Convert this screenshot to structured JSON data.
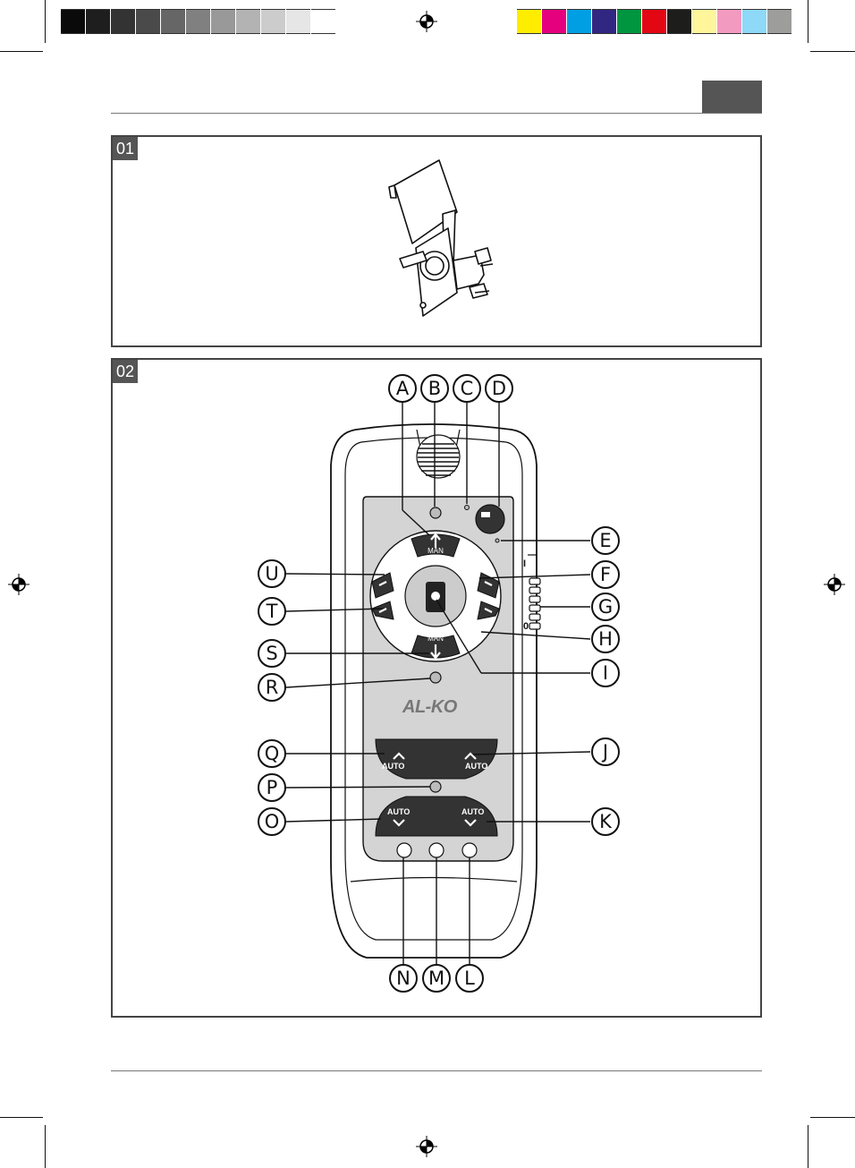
{
  "colors": {
    "grays": [
      "#0a0a0a",
      "#1e1e1e",
      "#333333",
      "#4a4a4a",
      "#666666",
      "#808080",
      "#999999",
      "#b3b3b3",
      "#cccccc",
      "#e6e6e6",
      "#ffffff"
    ],
    "process": [
      "#ffed00",
      "#e5007d",
      "#009fe3",
      "#312783",
      "#009640",
      "#e30613",
      "#1d1d1b",
      "#fff59b",
      "#f39ac1",
      "#8ed8f8",
      "#9d9d9c"
    ]
  },
  "figures": [
    {
      "label": "01"
    },
    {
      "label": "02"
    }
  ],
  "remote": {
    "man_up": "MAN",
    "man_down": "MAN",
    "auto_q": "AUTO",
    "auto_j": "AUTO",
    "auto_o": "AUTO",
    "auto_k": "AUTO",
    "logo": "AL-KO",
    "side_top": "I",
    "side_bottom": "0"
  },
  "callouts": [
    "A",
    "B",
    "C",
    "D",
    "E",
    "F",
    "G",
    "H",
    "I",
    "J",
    "K",
    "L",
    "M",
    "N",
    "O",
    "P",
    "Q",
    "R",
    "S",
    "T",
    "U"
  ]
}
